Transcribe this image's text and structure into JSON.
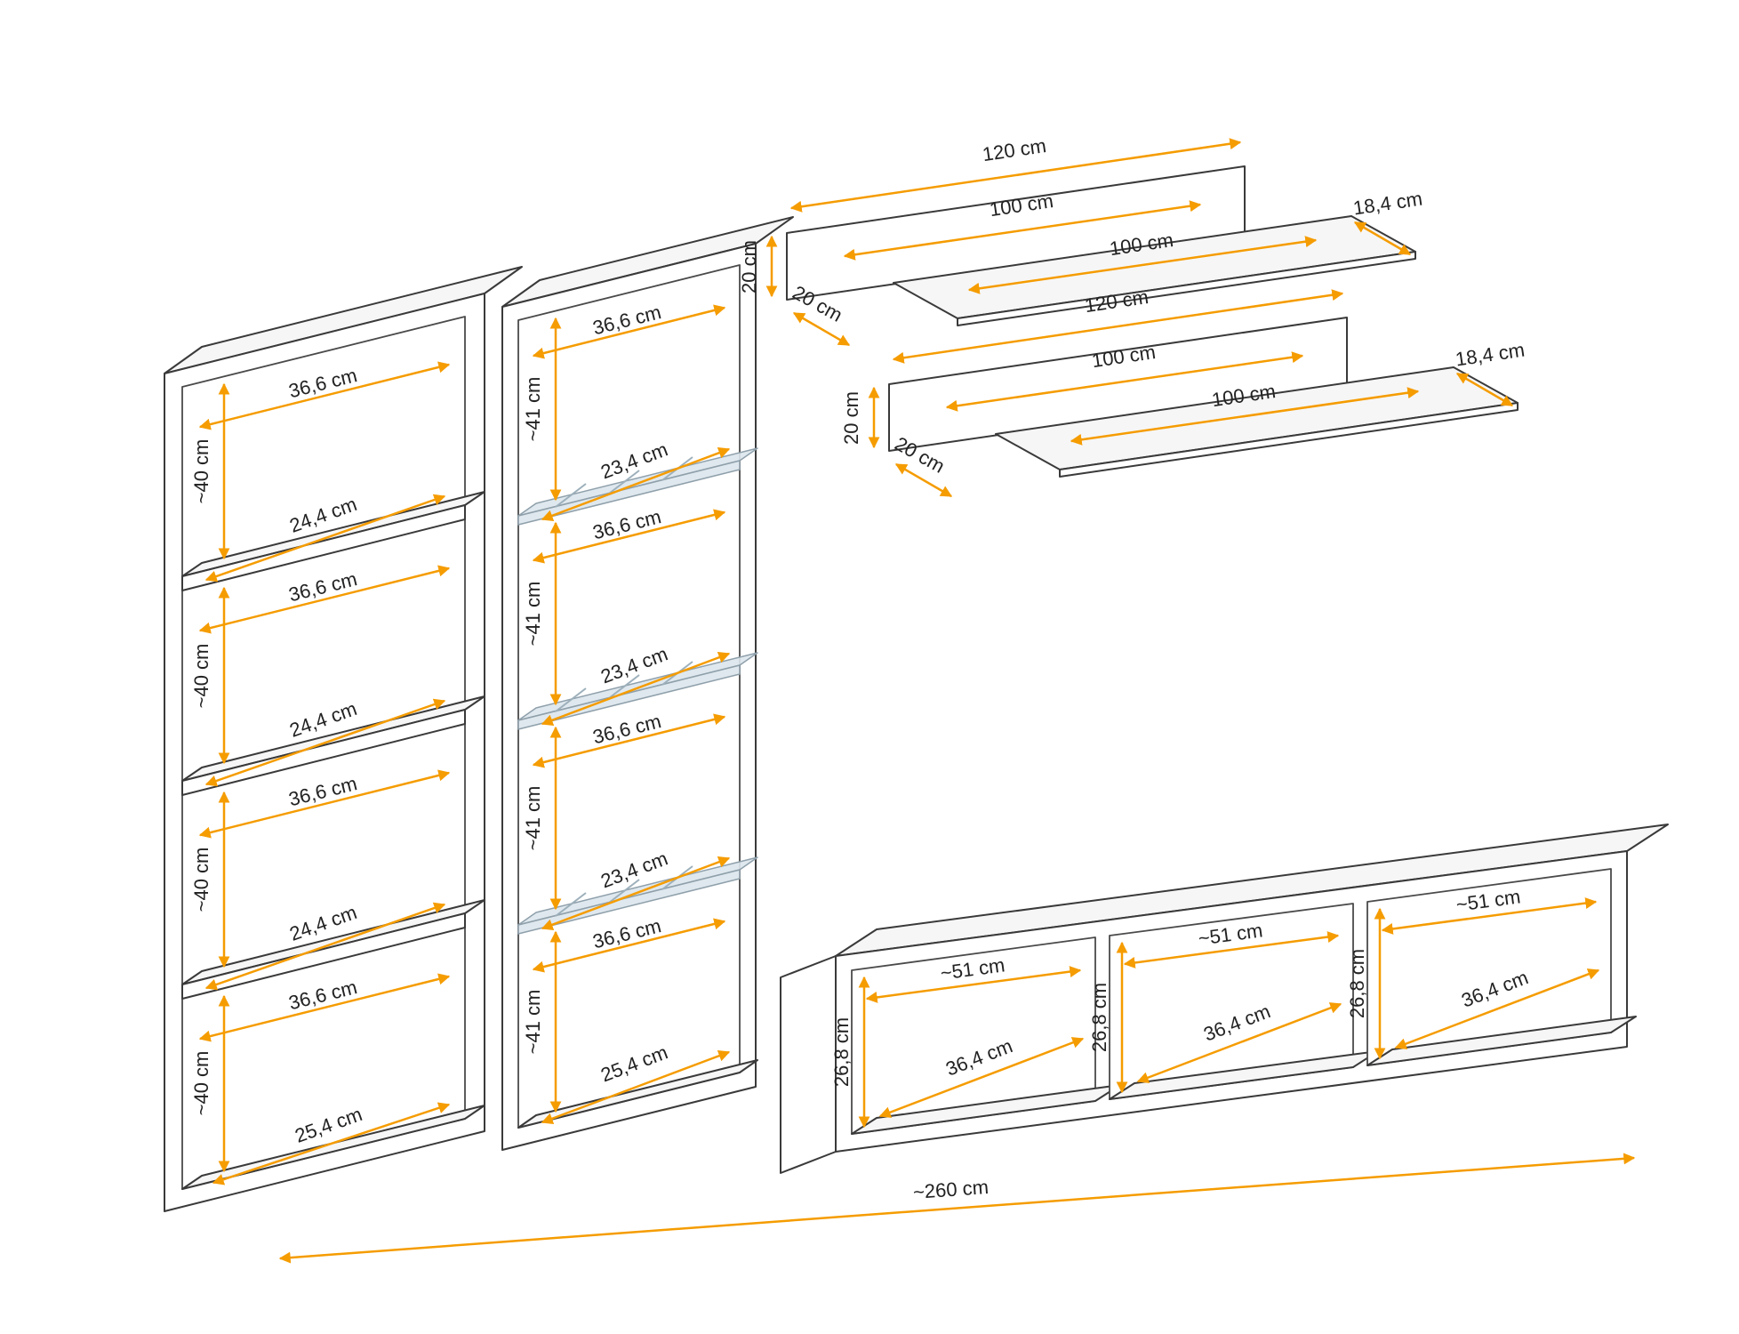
{
  "page": {
    "background": "#ffffff"
  },
  "colors": {
    "dimension": "#F59C00",
    "outline": "#3a3a3a",
    "glass": "#dce6ec",
    "text": "#222222"
  },
  "left_cabinet": {
    "widths": [
      "36,6 cm",
      "36,6 cm",
      "36,6 cm",
      "36,6 cm"
    ],
    "heights": [
      "~40 cm",
      "~40 cm",
      "~40 cm",
      "~40 cm"
    ],
    "shelf_depths": [
      "24,4 cm",
      "24,4 cm",
      "24,4 cm"
    ],
    "bottom_depth": "25,4 cm"
  },
  "display_cabinet": {
    "widths": [
      "36,6 cm",
      "36,6 cm",
      "36,6 cm",
      "36,6 cm"
    ],
    "heights": [
      "~41 cm",
      "~41 cm",
      "~41 cm",
      "~41 cm"
    ],
    "glass_widths": [
      "23,4 cm",
      "23,4 cm",
      "23,4 cm"
    ],
    "bottom_depth": "25,4 cm"
  },
  "wall_shelves": [
    {
      "total_length": "120 cm",
      "panel_length": "100 cm",
      "end_depth": "18,4 cm",
      "board_length": "100 cm",
      "height": "20 cm",
      "depth": "20 cm"
    },
    {
      "total_length": "120 cm",
      "panel_length": "100 cm",
      "end_depth": "18,4 cm",
      "board_length": "100 cm",
      "height": "20 cm",
      "depth": "20 cm"
    }
  ],
  "tv_stand": {
    "compartments": [
      {
        "width": "~51 cm",
        "depth": "36,4 cm",
        "height": "26,8 cm"
      },
      {
        "width": "~51 cm",
        "depth": "36,4 cm",
        "height": "26,8 cm"
      },
      {
        "width": "~51 cm",
        "depth": "36,4 cm",
        "height": "26,8 cm"
      }
    ],
    "total_width": "~260 cm"
  }
}
